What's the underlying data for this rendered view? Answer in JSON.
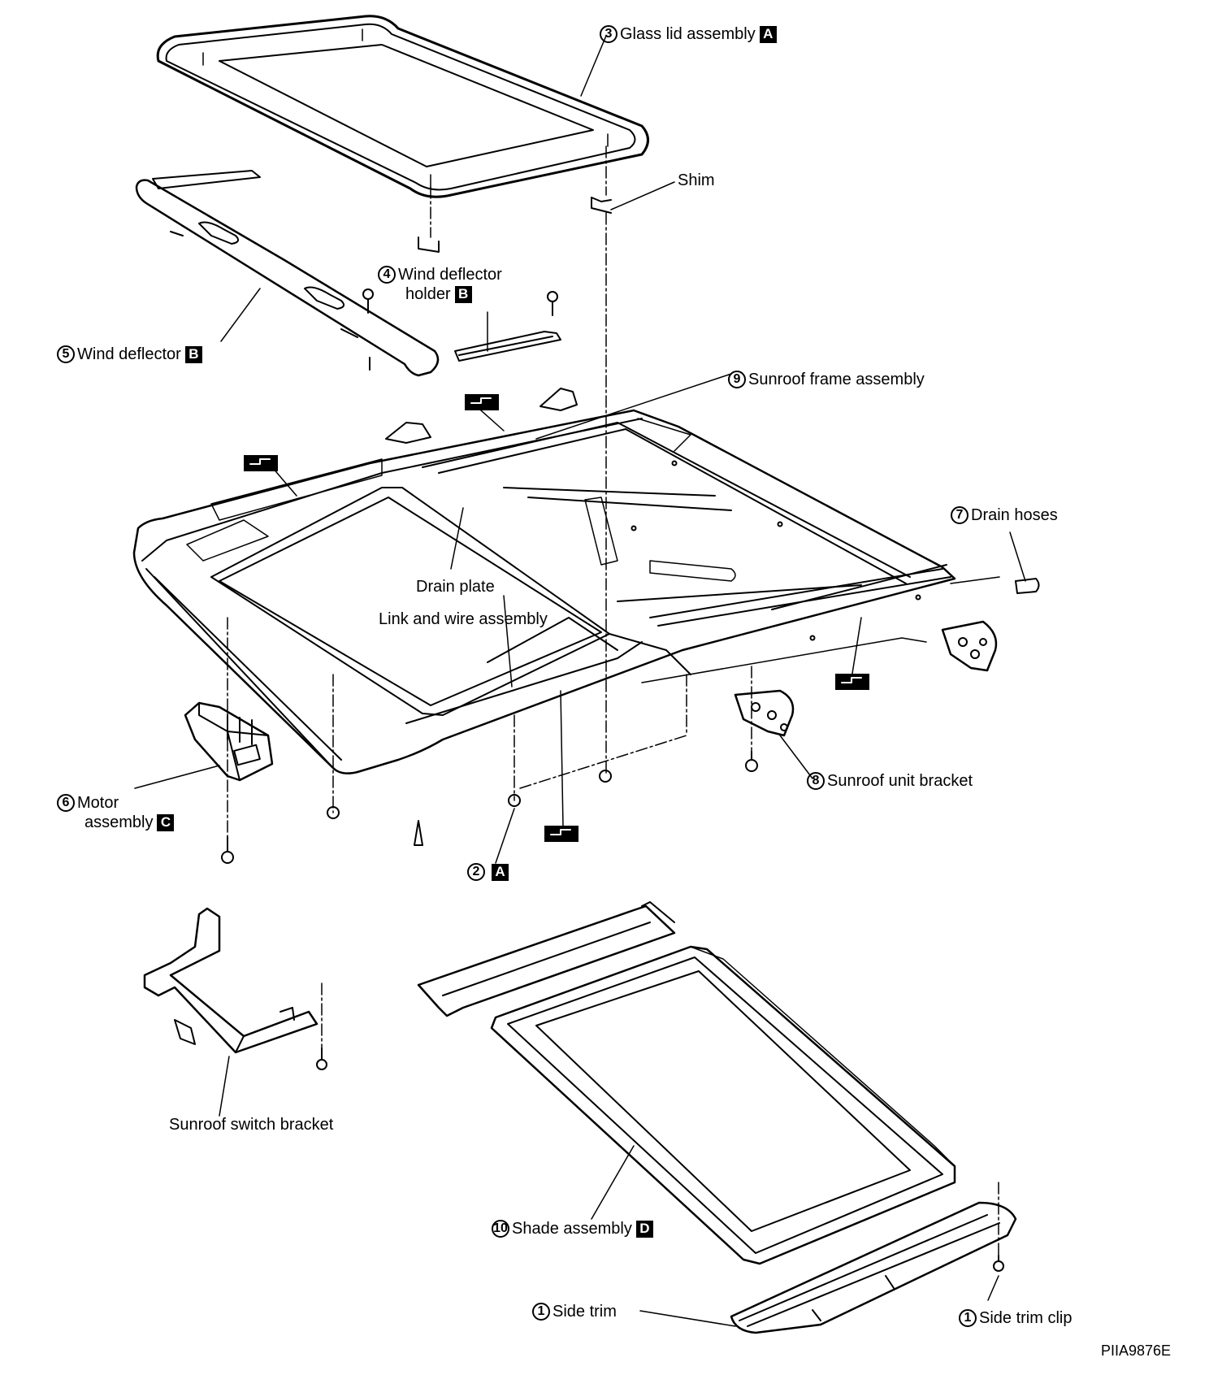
{
  "labels": {
    "glass_lid": {
      "num": "3",
      "text": "Glass lid assembly",
      "ref": "A"
    },
    "shim": {
      "text": "Shim"
    },
    "wind_deflector_holder": {
      "num": "4",
      "line1": "Wind deflector",
      "line2": "holder",
      "ref": "B"
    },
    "wind_deflector": {
      "num": "5",
      "text": "Wind deflector",
      "ref": "B"
    },
    "sunroof_frame": {
      "num": "9",
      "text": "Sunroof frame assembly"
    },
    "drain_hoses": {
      "num": "7",
      "text": "Drain hoses"
    },
    "drain_plate": {
      "text": "Drain plate"
    },
    "link_wire": {
      "text": "Link and wire assembly"
    },
    "sunroof_unit_bracket": {
      "num": "8",
      "text": "Sunroof unit bracket"
    },
    "motor": {
      "num": "6",
      "line1": "Motor",
      "line2": "assembly",
      "ref": "C"
    },
    "nut": {
      "num": "2",
      "ref": "A"
    },
    "switch_bracket": {
      "text": "Sunroof switch bracket"
    },
    "shade": {
      "num": "10",
      "text": "Shade assembly",
      "ref": "D"
    },
    "side_trim": {
      "num": "1",
      "text": "Side trim"
    },
    "side_trim_clip": {
      "num": "1",
      "text": "Side trim clip"
    },
    "figure_code": {
      "text": "PIIA9876E"
    }
  }
}
